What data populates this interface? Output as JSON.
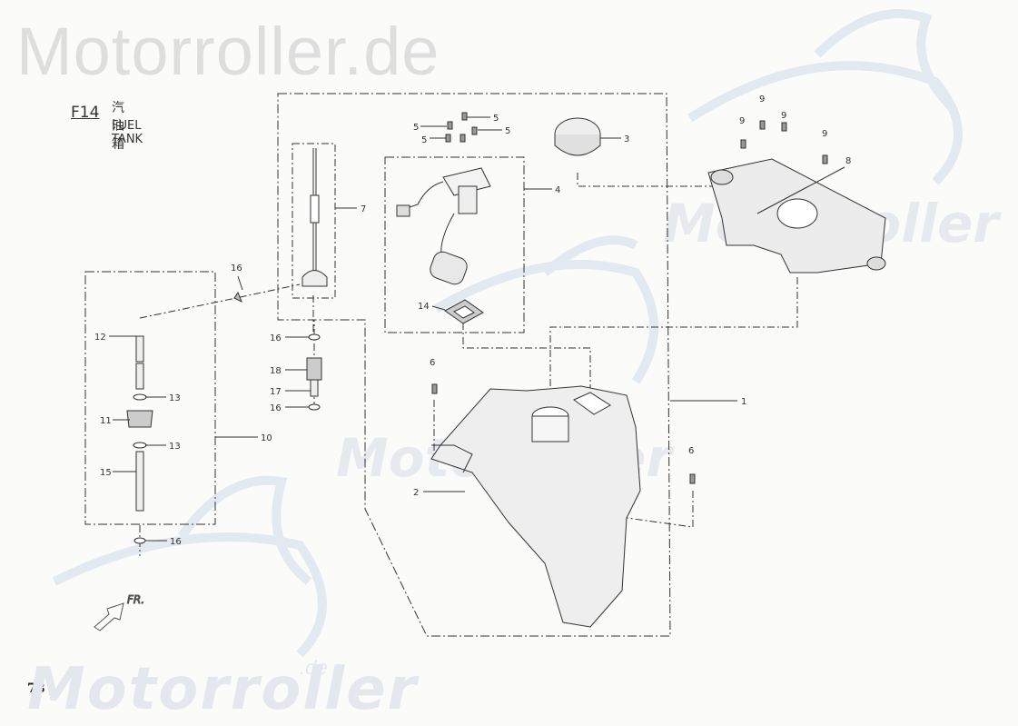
{
  "watermarks": {
    "top": "Motorroller.de",
    "bottom": "Motorroller",
    "bottom_suffix": ".de"
  },
  "header": {
    "code": "F14",
    "title_cn": "汽油箱",
    "title_en": "FUEL TANK"
  },
  "page_number": "78",
  "orientation_label": "FR.",
  "callouts": [
    "5",
    "5",
    "5",
    "5",
    "3",
    "4",
    "7",
    "9",
    "9",
    "9",
    "9",
    "8",
    "16",
    "12",
    "13",
    "11",
    "13",
    "15",
    "10",
    "16",
    "16",
    "18",
    "17",
    "16",
    "14",
    "6",
    "1",
    "6",
    "2"
  ]
}
